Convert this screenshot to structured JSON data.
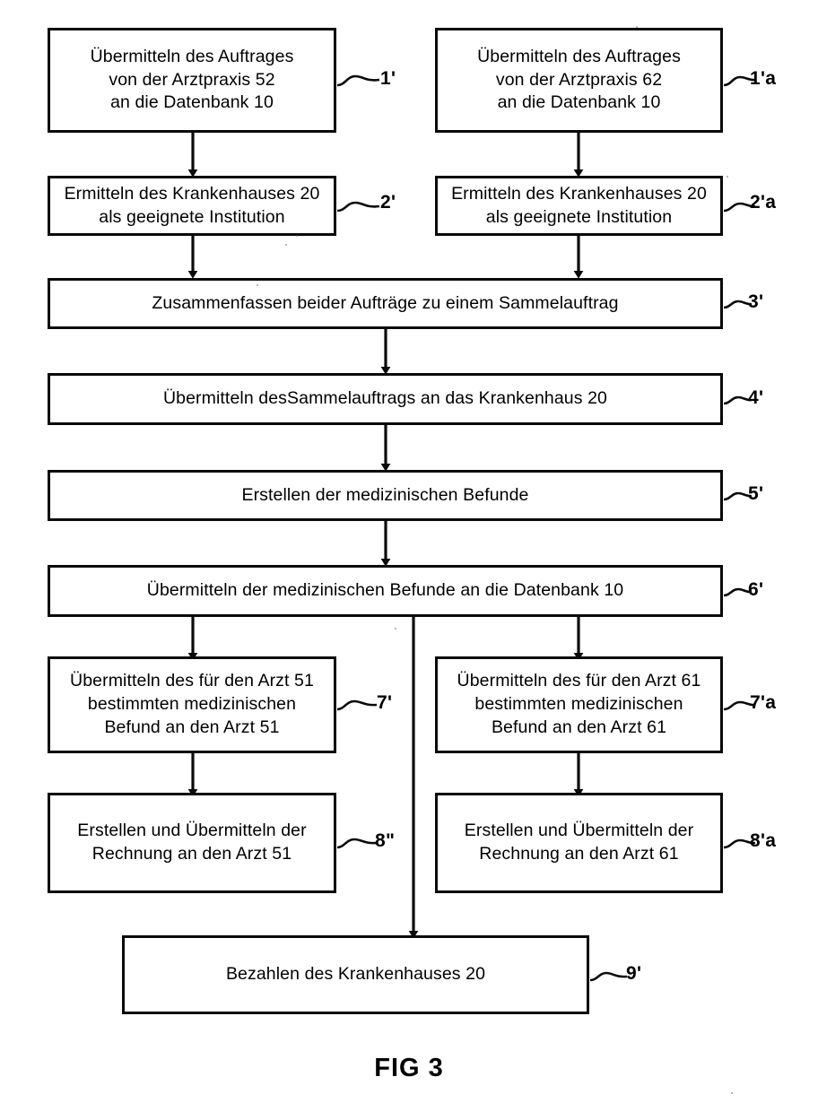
{
  "figure": {
    "caption": "FIG 3",
    "type": "flowchart",
    "language": "de"
  },
  "nodes": [
    {
      "id": "n1",
      "ref": "1'",
      "text": "Übermitteln des Auftrages\nvon der Arztpraxis 52\nan die Datenbank 10",
      "column": "left"
    },
    {
      "id": "n1a",
      "ref": "1'a",
      "text": "Übermitteln des Auftrages\nvon der Arztpraxis 62\nan die Datenbank 10",
      "column": "right"
    },
    {
      "id": "n2",
      "ref": "2'",
      "text": "Ermitteln des Krankenhauses 20\nals geeignete Institution",
      "column": "left"
    },
    {
      "id": "n2a",
      "ref": "2'a",
      "text": "Ermitteln des Krankenhauses 20\nals geeignete Institution",
      "column": "right"
    },
    {
      "id": "n3",
      "ref": "3'",
      "text": "Zusammenfassen beider Aufträge zu einem Sammelauftrag",
      "column": "full"
    },
    {
      "id": "n4",
      "ref": "4'",
      "text": "Übermitteln desSammelauftrags an das Krankenhaus 20",
      "column": "full"
    },
    {
      "id": "n5",
      "ref": "5'",
      "text": "Erstellen der medizinischen Befunde",
      "column": "full"
    },
    {
      "id": "n6",
      "ref": "6'",
      "text": "Übermitteln der medizinischen Befunde  an die Datenbank 10",
      "column": "full"
    },
    {
      "id": "n7",
      "ref": "7'",
      "text": "Übermitteln des für den Arzt 51\nbestimmten medizinischen\nBefund an den Arzt 51",
      "column": "left"
    },
    {
      "id": "n7a",
      "ref": "7'a",
      "text": "Übermitteln des für den Arzt 61\nbestimmten medizinischen\nBefund an den Arzt 61",
      "column": "right"
    },
    {
      "id": "n8",
      "ref": "8\"",
      "text": "Erstellen und Übermitteln der\nRechnung an den Arzt 51",
      "column": "left"
    },
    {
      "id": "n8a",
      "ref": "8'a",
      "text": "Erstellen und Übermitteln der\nRechnung an den Arzt 61",
      "column": "right"
    },
    {
      "id": "n9",
      "ref": "9'",
      "text": "Bezahlen des Krankenhauses 20",
      "column": "bottom"
    }
  ],
  "colors": {
    "ink": "#0a0a0a",
    "paper": "#ffffff"
  }
}
